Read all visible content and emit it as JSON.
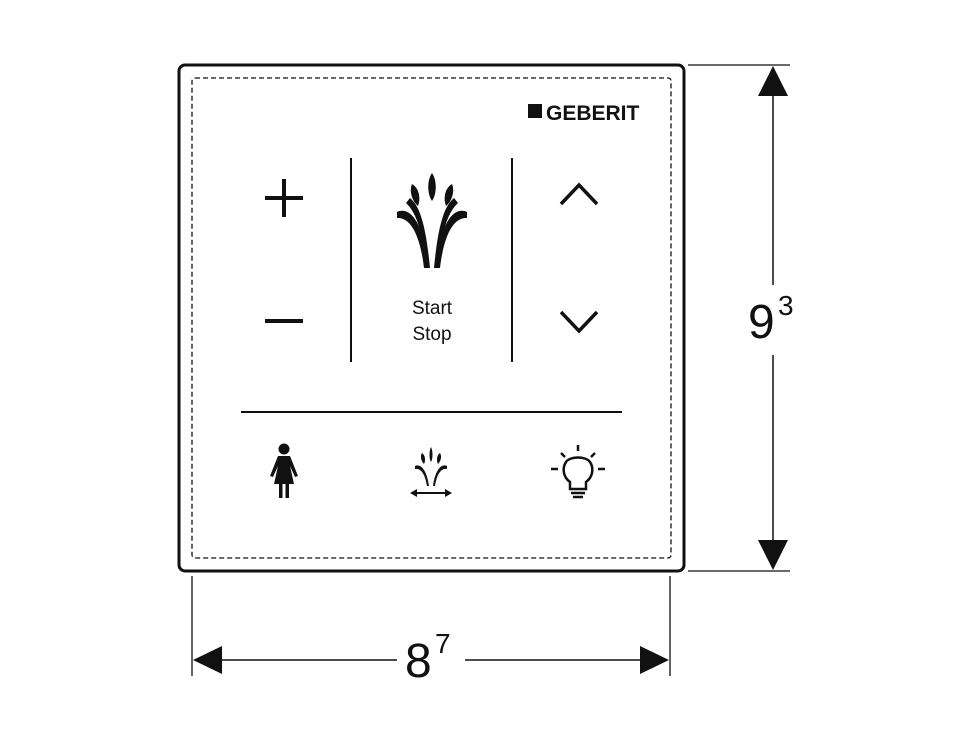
{
  "brand": {
    "name": "GEBERIT"
  },
  "panel": {
    "start_label": "Start",
    "stop_label": "Stop",
    "icons": {
      "plus": "plus-icon",
      "minus": "minus-icon",
      "flush": "water-jet-icon",
      "up": "chevron-up-icon",
      "down": "chevron-down-icon",
      "lady": "lady-shower-icon",
      "width": "jet-width-icon",
      "light": "light-bulb-icon"
    }
  },
  "dimensions": {
    "height_main": "9",
    "height_sup": "3",
    "width_main": "8",
    "width_sup": "7"
  },
  "colors": {
    "line": "#111111",
    "background": "#ffffff"
  }
}
